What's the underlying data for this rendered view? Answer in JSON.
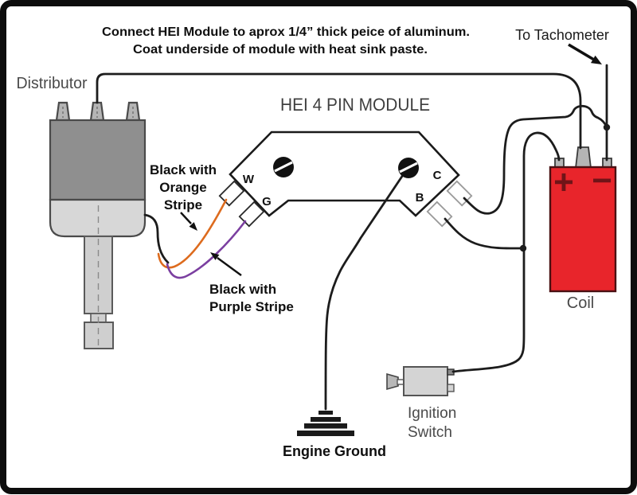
{
  "canvas": {
    "background": "#ffffff",
    "frame_color": "#0d0d0d"
  },
  "note": {
    "line1": "Connect HEI Module to aprox 1/4” thick peice of aluminum.",
    "line2": "Coat underside of module with heat sink paste."
  },
  "tachometer": {
    "label": "To Tachometer"
  },
  "distributor": {
    "label": "Distributor"
  },
  "module": {
    "title": "HEI 4 PIN MODULE",
    "pin_w": "W",
    "pin_g": "G",
    "pin_c": "C",
    "pin_b": "B"
  },
  "coil": {
    "label": "Coil",
    "plus": "+",
    "minus": "−",
    "body_color": "#e8252b",
    "symbol_color": "#701418"
  },
  "ignition_switch": {
    "label_line1": "Ignition",
    "label_line2": "Switch"
  },
  "ground": {
    "label": "Engine Ground"
  },
  "wire_labels": {
    "orange_line1": "Black with",
    "orange_line2": "Orange",
    "orange_line3": "Stripe",
    "purple_line1": "Black with",
    "purple_line2": "Purple Stripe"
  },
  "wire_colors": {
    "black": "#1c1c1c",
    "orange": "#dd6b1e",
    "purple": "#7b3fa0"
  }
}
